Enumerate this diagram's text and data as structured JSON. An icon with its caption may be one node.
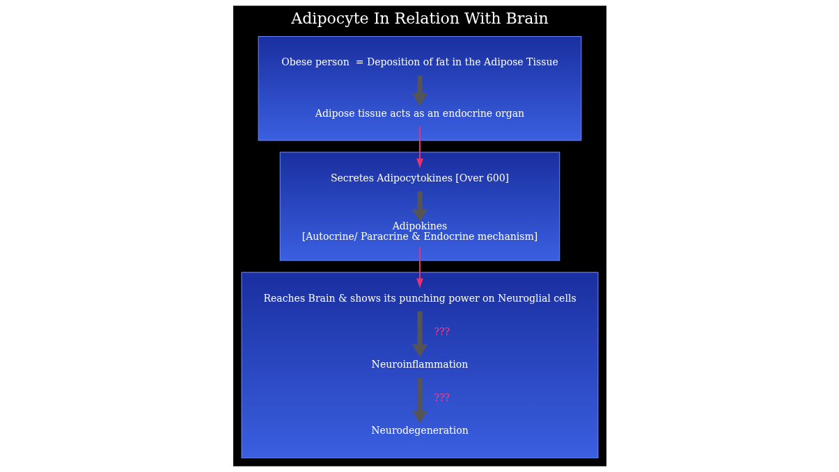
{
  "diagram": {
    "title": "Adipocyte In Relation With Brain",
    "nodes": [
      {
        "text": [],
        "shape": "box"
      },
      {
        "text": [
          "Obese person  = Deposition of fat in the Adipose Tissue"
        ],
        "in": 0
      },
      {
        "text": [
          "Adipose tissue acts as an endocrine organ"
        ],
        "in": 0
      },
      {
        "text": [],
        "shape": "box"
      },
      {
        "text": [
          "Secretes Adipocytokines [Over 600]"
        ],
        "in": 3
      },
      {
        "text": [
          "Adipokines",
          "[Autocrine/ Paracrine & Endocrine mechanism]"
        ],
        "in": 3
      },
      {
        "text": [],
        "shape": "box"
      },
      {
        "text": [
          "Reaches Brain & shows its punching power on Neuroglial cells"
        ],
        "in": 6
      },
      {
        "text": [
          "Neuroinflammation"
        ],
        "in": 6
      },
      {
        "text": [
          "Neurodegeneration"
        ],
        "in": 6
      }
    ],
    "edges": [
      {
        "from": 1,
        "to": 2,
        "arrow": "to"
      },
      {
        "from": 2,
        "to": 4,
        "arrow": "to",
        "color": "#e8336e"
      },
      {
        "from": 4,
        "to": 5,
        "arrow": "to"
      },
      {
        "from": 5,
        "to": 7,
        "arrow": "to",
        "color": "#e8336e"
      },
      {
        "from": 7,
        "to": 8,
        "label": "???",
        "arrow": "to"
      },
      {
        "from": 8,
        "to": 9,
        "label": "???",
        "arrow": "to"
      }
    ]
  }
}
